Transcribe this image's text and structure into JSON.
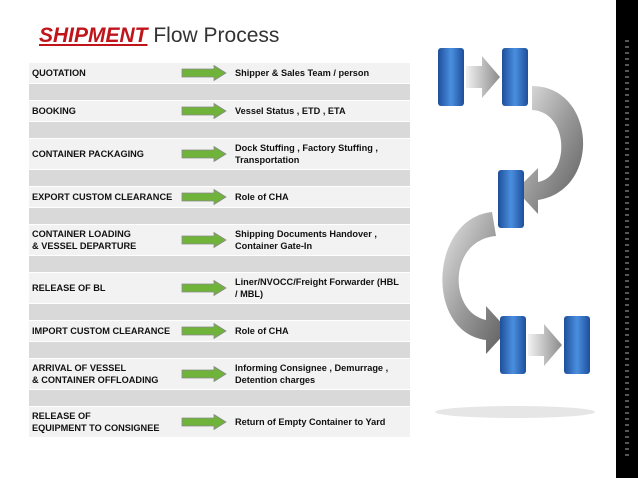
{
  "title": {
    "highlight": "SHIPMENT",
    "rest": " Flow Process"
  },
  "colors": {
    "accent_red": "#c0141b",
    "arrow_green": "#6fb33a",
    "block_blue": "#2e6fc4"
  },
  "rows": [
    {
      "step": [
        "QUOTATION"
      ],
      "detail": [
        "Shipper & Sales Team / person"
      ]
    },
    {
      "step": [
        "BOOKING"
      ],
      "detail": [
        "Vessel Status , ETD , ETA"
      ]
    },
    {
      "step": [
        "CONTAINER PACKAGING"
      ],
      "detail": [
        "Dock Stuffing , Factory Stuffing ,",
        "Transportation"
      ]
    },
    {
      "step": [
        "EXPORT CUSTOM CLEARANCE"
      ],
      "detail": [
        "Role of CHA"
      ]
    },
    {
      "step": [
        "CONTAINER LOADING",
        "& VESSEL DEPARTURE"
      ],
      "detail": [
        "Shipping Documents Handover ,",
        "Container Gate-In"
      ]
    },
    {
      "step": [
        "RELEASE OF BL"
      ],
      "detail": [
        "Liner/NVOCC/Freight Forwarder (HBL",
        "/ MBL)"
      ]
    },
    {
      "step": [
        "IMPORT CUSTOM CLEARANCE"
      ],
      "detail": [
        "Role of CHA"
      ]
    },
    {
      "step": [
        "ARRIVAL OF VESSEL",
        "& CONTAINER OFFLOADING"
      ],
      "detail": [
        "Informing Consignee , Demurrage ,",
        "Detention charges"
      ]
    },
    {
      "step": [
        "RELEASE OF",
        "EQUIPMENT TO CONSIGNEE"
      ],
      "detail": [
        "Return of Empty Container to Yard"
      ]
    }
  ]
}
